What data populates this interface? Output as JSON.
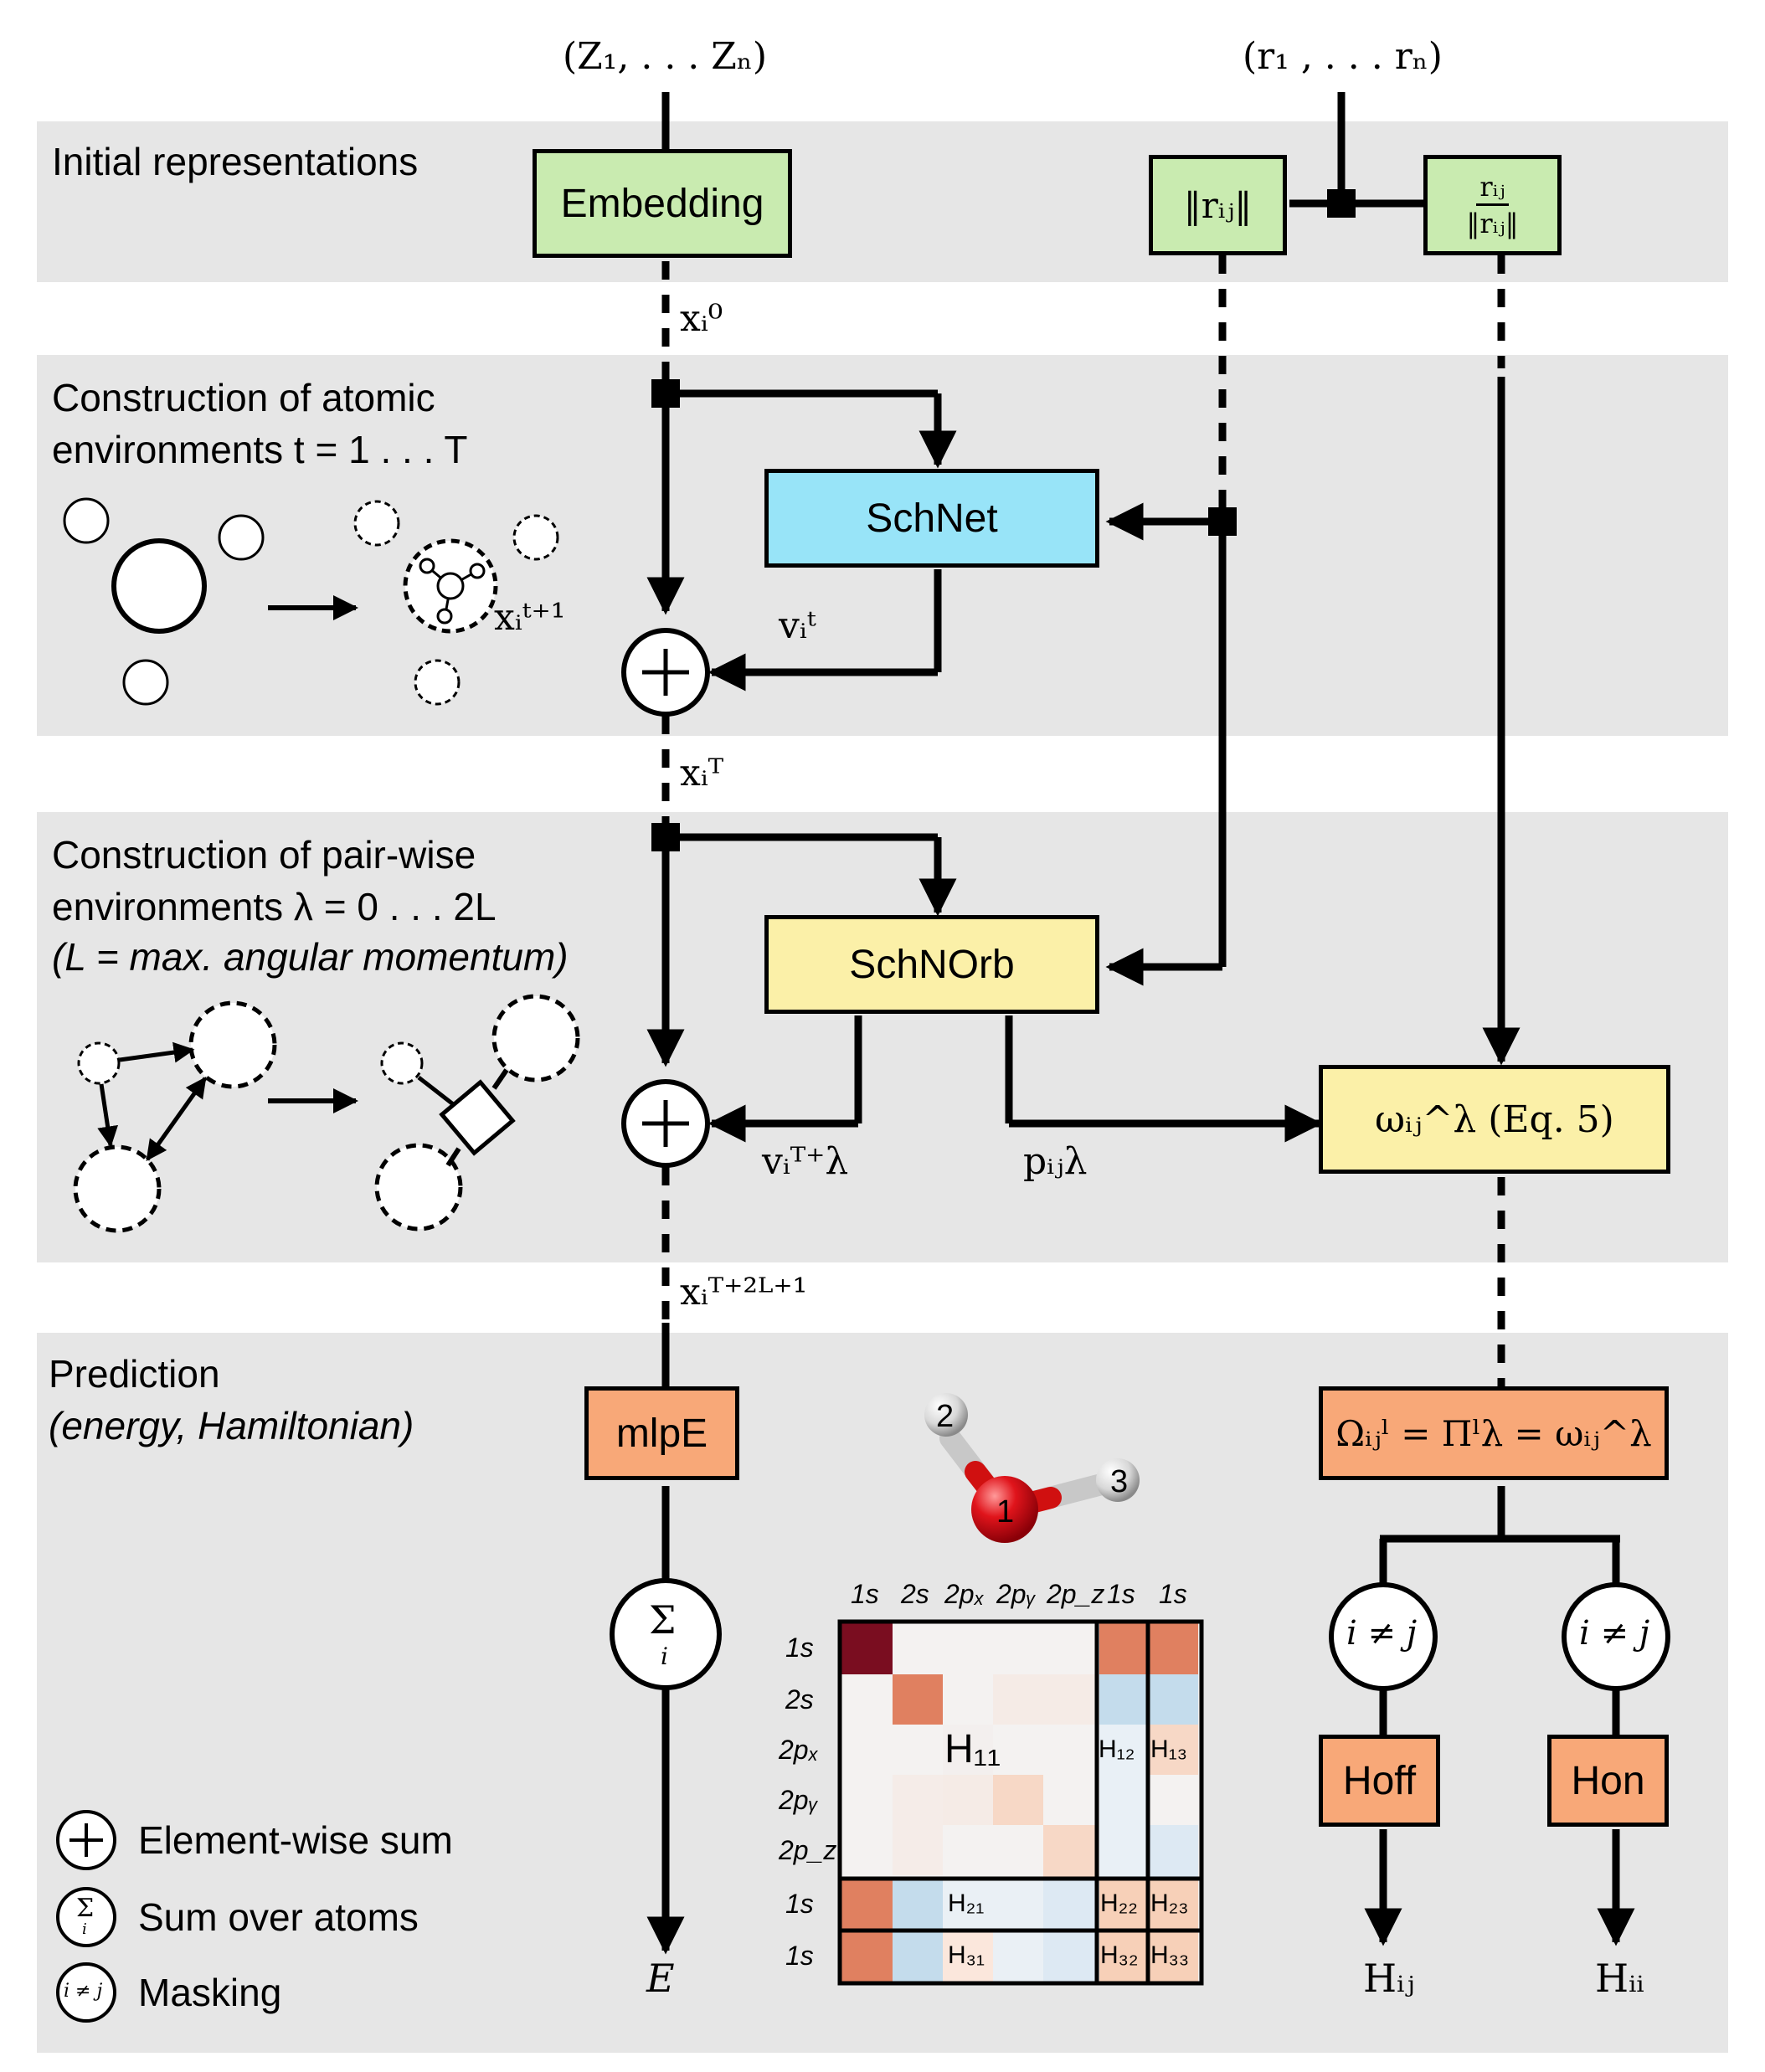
{
  "inputs": {
    "atomic_numbers": "(Z₁, . . . Zₙ)",
    "positions": "(r₁ , . . . rₙ)"
  },
  "sections": {
    "initial": "Initial representations",
    "atomic_env_1": "Construction of atomic",
    "atomic_env_2": "environments t = 1 . . . T",
    "pair_env_1": "Construction of pair-wise",
    "pair_env_2": "environments λ = 0 . . . 2L",
    "pair_env_3": "(L = max. angular momentum)",
    "prediction_1": "Prediction",
    "prediction_2": "(energy, Hamiltonian)"
  },
  "blocks": {
    "embedding": "Embedding",
    "distance": "‖rᵢⱼ‖",
    "direction_num": "rᵢⱼ",
    "direction_den": "‖rᵢⱼ‖",
    "schnet": "SchNet",
    "schnorb": "SchNOrb",
    "omega_block": "ωᵢⱼ^λ (Eq. 5)",
    "mlp": "mlpE",
    "Omega_block": "Ωᵢⱼˡ = Πˡλ = ωᵢⱼ^λ",
    "h_off": "Hoff",
    "h_on": "Hon"
  },
  "flow_labels": {
    "x0": "xᵢ⁰",
    "xt1": "xᵢᵗ⁺¹",
    "vt": "vᵢᵗ",
    "xT": "xᵢᵀ",
    "vTl": "vᵢᵀ⁺λ",
    "pl": "pᵢⱼλ",
    "xT2L1": "xᵢᵀ⁺²ᴸ⁺¹"
  },
  "operators": {
    "plus": "+",
    "sum": "Σ",
    "sum_index": "i",
    "mask": "i ≠ j"
  },
  "outputs": {
    "energy": "E",
    "h_ij": "Hᵢⱼ",
    "h_ii": "Hᵢᵢ"
  },
  "molecule_atoms": [
    "1",
    "2",
    "3"
  ],
  "matrix": {
    "col_headers": [
      "1s",
      "2s",
      "2pₓ",
      "2pᵧ",
      "2p_z",
      "1s",
      "1s"
    ],
    "row_headers": [
      "1s",
      "2s",
      "2pₓ",
      "2pᵧ",
      "2p_z",
      "1s",
      "1s"
    ],
    "blocks": [
      "H₁₁",
      "H₁₂",
      "H₁₃",
      "H₂₁",
      "H₂₂",
      "H₂₃",
      "H₃₁",
      "H₃₂",
      "H₃₃"
    ],
    "colors": {
      "dark_red": "#7a0d20",
      "mid_orange": "#e08060",
      "light_orange": "#f7d8c6",
      "faint": "#f3efee",
      "light_blue": "#c4dcec",
      "faint_blue": "#dde9f3",
      "base": "#f4f2f1"
    }
  },
  "legend": {
    "plus": "Element-wise sum",
    "sum": "Sum over atoms",
    "mask": "Masking"
  },
  "colors": {
    "panel": "#e6e6e6",
    "green_box": "#c9ebb0",
    "blue_box": "#98e4f8",
    "yellow_box": "#fbf0a8",
    "orange_box": "#f8a878",
    "oxygen": "#e0141b",
    "hydrogen": "#e8e8e8"
  }
}
